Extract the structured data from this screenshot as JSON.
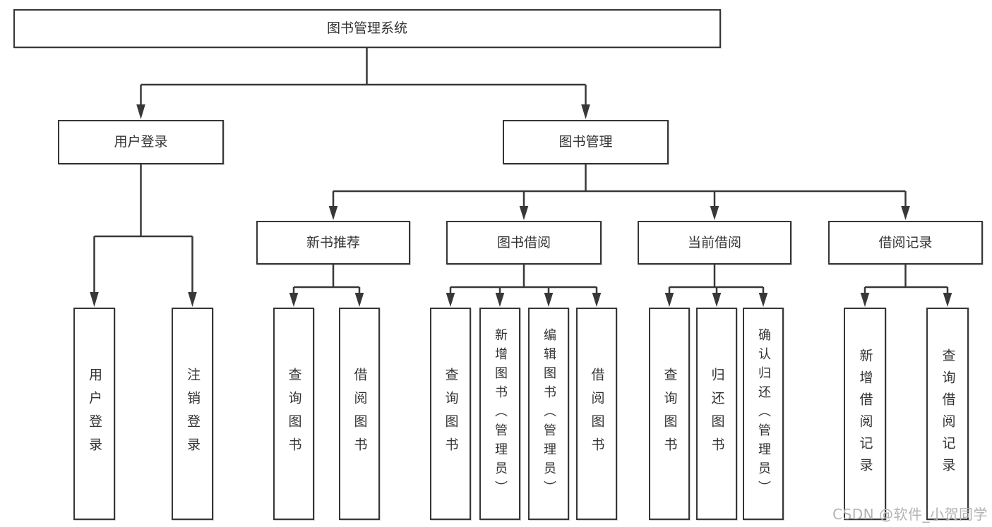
{
  "tree": {
    "root": "图书管理系统",
    "level2": {
      "login": "用户登录",
      "manage": "图书管理"
    },
    "level3": {
      "recommend": "新书推荐",
      "borrow": "图书借阅",
      "current": "当前借阅",
      "records": "借阅记录"
    },
    "leaves": {
      "login": [
        "用户登录",
        "注销登录"
      ],
      "recommend": [
        "查询图书",
        "借阅图书"
      ],
      "borrow": [
        "查询图书",
        "新增图书（管理员）",
        "编辑图书（管理员）",
        "借阅图书"
      ],
      "current": [
        "查询图书",
        "归还图书",
        "确认归还（管理员）"
      ],
      "records": [
        "新增借阅记录",
        "查询借阅记录"
      ]
    }
  },
  "watermark": "CSDN @软件_小贺同学",
  "colors": {
    "line": "#383838",
    "text": "#333333",
    "background": "#ffffff",
    "watermark": "#b3b3b3"
  }
}
